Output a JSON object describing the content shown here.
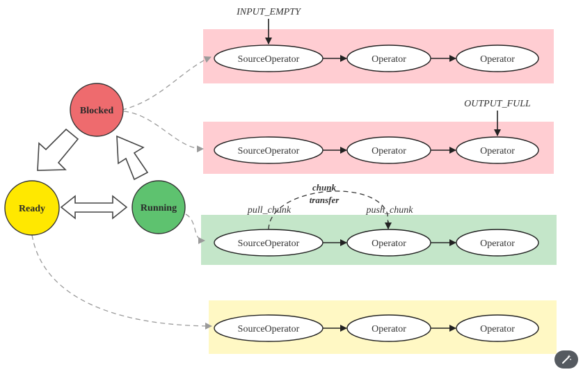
{
  "states": {
    "blocked": {
      "label": "Blocked",
      "color": "#ee6b6e"
    },
    "ready": {
      "label": "Ready",
      "color": "#ffe800"
    },
    "running": {
      "label": "Running",
      "color": "#5ec26f"
    }
  },
  "pipelines": [
    {
      "bg": "#ffcdd2",
      "operators": [
        "SourceOperator",
        "Operator",
        "Operator"
      ]
    },
    {
      "bg": "#ffcdd2",
      "operators": [
        "SourceOperator",
        "Operator",
        "Operator"
      ]
    },
    {
      "bg": "#c4e6c9",
      "operators": [
        "SourceOperator",
        "Operator",
        "Operator"
      ]
    },
    {
      "bg": "#fff8c4",
      "operators": [
        "SourceOperator",
        "Operator",
        "Operator"
      ]
    }
  ],
  "annotations": {
    "input_empty": "INPUT_EMPTY",
    "output_full": "OUTPUT_FULL",
    "pull_chunk": "pull_chunk",
    "push_chunk": "push_chunk",
    "chunk_transfer_line1": "chunk",
    "chunk_transfer_line2": "transfer"
  },
  "edit_button_icon": "magic-wand-icon"
}
